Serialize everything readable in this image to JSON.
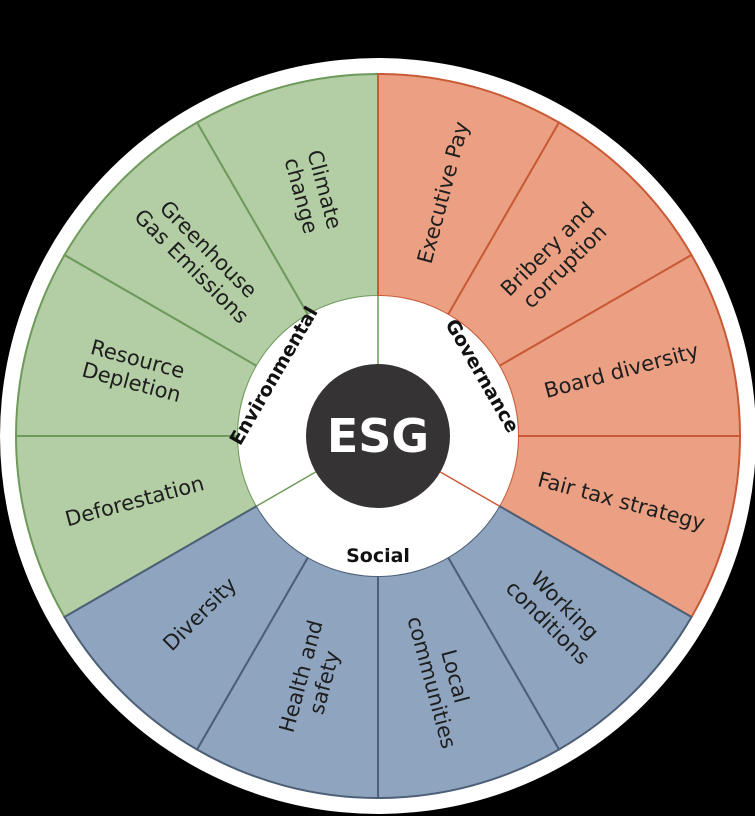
{
  "center": {
    "label": "ESG"
  },
  "colors": {
    "environmental_fill": "#b3cda5",
    "environmental_stroke": "#6e9a5b",
    "governance_fill": "#eba084",
    "governance_stroke": "#c95a36",
    "social_fill": "#8ea4bf",
    "social_stroke": "#4d5f76",
    "center_fill": "#353334",
    "inner_ring_fill": "#ffffff",
    "outer_ring_fill": "#ffffff",
    "background": "#000000"
  },
  "pillars": [
    {
      "id": "environmental",
      "label": "Environmental",
      "segments": [
        {
          "lines": [
            "Climate",
            "change"
          ]
        },
        {
          "lines": [
            "Greenhouse",
            "Gas Emissions"
          ]
        },
        {
          "lines": [
            "Resource",
            "Depletion"
          ]
        },
        {
          "lines": [
            "Deforestation"
          ]
        }
      ]
    },
    {
      "id": "governance",
      "label": "Governance",
      "segments": [
        {
          "lines": [
            "Executive Pay"
          ]
        },
        {
          "lines": [
            "Bribery and",
            "corruption"
          ]
        },
        {
          "lines": [
            "Board diversity"
          ]
        },
        {
          "lines": [
            "Fair tax strategy"
          ]
        }
      ]
    },
    {
      "id": "social",
      "label": "Social",
      "segments": [
        {
          "lines": [
            "Diversity"
          ]
        },
        {
          "lines": [
            "Health and",
            "safety"
          ]
        },
        {
          "lines": [
            "Local",
            "communities"
          ]
        },
        {
          "lines": [
            "Working",
            "conditions"
          ]
        }
      ]
    }
  ]
}
